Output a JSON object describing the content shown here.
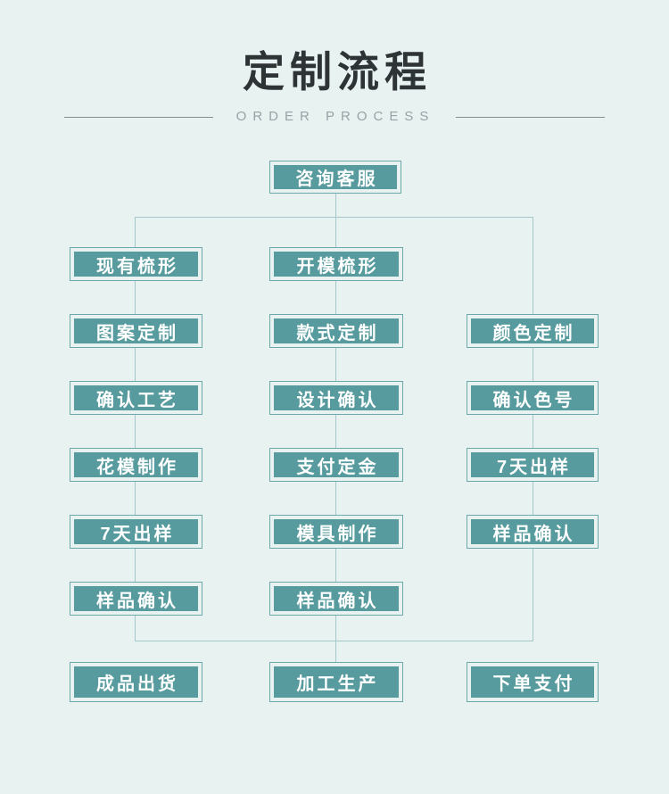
{
  "header": {
    "title": "定制流程",
    "subtitle": "ORDER PROCESS"
  },
  "colors": {
    "background": "#e8f2f1",
    "node_fill": "#579b9e",
    "node_border": "#6ca7a9",
    "node_text": "#ffffff",
    "connector": "#a6c7c7",
    "title_text": "#2e3336",
    "subtitle_text": "#98a2a6"
  },
  "flow": {
    "start": {
      "label": "咨询客服"
    },
    "columns": [
      {
        "steps": [
          "现有梳形",
          "图案定制",
          "确认工艺",
          "花模制作",
          "7天出样",
          "样品确认"
        ],
        "final": "成品出货"
      },
      {
        "steps": [
          "开模梳形",
          "款式定制",
          "设计确认",
          "支付定金",
          "模具制作",
          "样品确认"
        ],
        "final": "加工生产"
      },
      {
        "steps": [
          "颜色定制",
          "确认色号",
          "7天出样",
          "样品确认"
        ],
        "final": "下单支付"
      }
    ]
  }
}
